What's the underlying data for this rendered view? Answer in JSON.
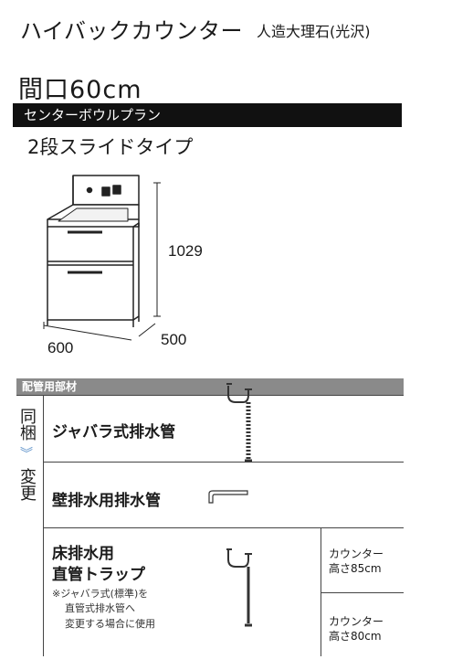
{
  "header": {
    "title": "ハイバックカウンター",
    "material": "人造大理石(光沢)"
  },
  "spec": {
    "frontage": "間口60cm",
    "plan": "センターボウルプラン",
    "drawer_type": "2段スライドタイプ"
  },
  "dimensions": {
    "height": "1029",
    "width": "600",
    "depth": "500"
  },
  "piping": {
    "section_title": "配管用部材",
    "bundle_label": "同梱",
    "change_label": "変更",
    "items": [
      {
        "name": "ジャバラ式排水管"
      },
      {
        "name": "壁排水用排水管"
      },
      {
        "name_line1": "床排水用",
        "name_line2": "直管トラップ",
        "note_line1": "※ジャバラ式(標準)を",
        "note_line2": "直管式排水管へ",
        "note_line3": "変更する場合に使用",
        "options": [
          {
            "line1": "カウンター",
            "line2": "高さ85cm"
          },
          {
            "line1": "カウンター",
            "line2": "高さ80cm"
          }
        ]
      }
    ]
  }
}
